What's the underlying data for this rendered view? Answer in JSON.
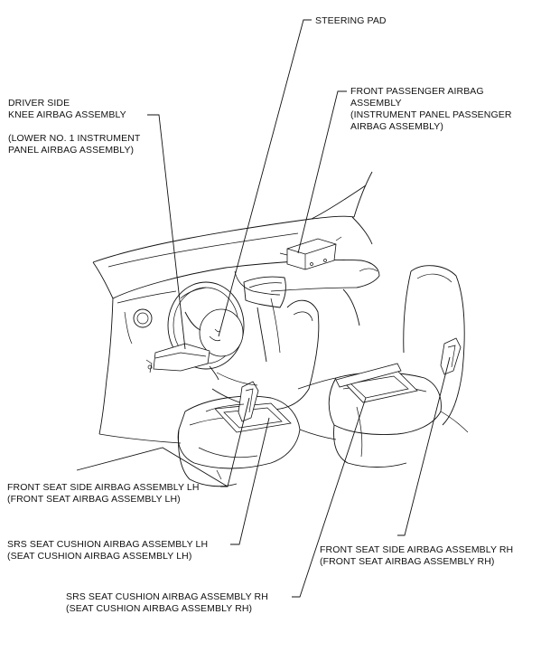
{
  "labels": {
    "steering_pad": "STEERING PAD",
    "driver_knee": [
      "DRIVER SIDE",
      "KNEE AIRBAG ASSEMBLY",
      "",
      "(LOWER NO. 1 INSTRUMENT",
      "PANEL AIRBAG ASSEMBLY)"
    ],
    "front_passenger": [
      "FRONT PASSENGER AIRBAG",
      "ASSEMBLY",
      "(INSTRUMENT PANEL PASSENGER",
      "AIRBAG ASSEMBLY)"
    ],
    "front_side_lh": [
      "FRONT SEAT SIDE AIRBAG ASSEMBLY LH",
      "(FRONT SEAT AIRBAG ASSEMBLY LH)"
    ],
    "cushion_lh": [
      "SRS SEAT CUSHION AIRBAG ASSEMBLY LH",
      "(SEAT CUSHION AIRBAG ASSEMBLY LH)"
    ],
    "front_side_rh": [
      "FRONT SEAT SIDE AIRBAG ASSEMBLY RH",
      "(FRONT SEAT AIRBAG ASSEMBLY RH)"
    ],
    "cushion_rh": [
      "SRS SEAT CUSHION AIRBAG ASSEMBLY RH",
      "(SEAT CUSHION AIRBAG ASSEMBLY RH)"
    ]
  },
  "colors": {
    "line": "#111111",
    "background": "#ffffff"
  }
}
